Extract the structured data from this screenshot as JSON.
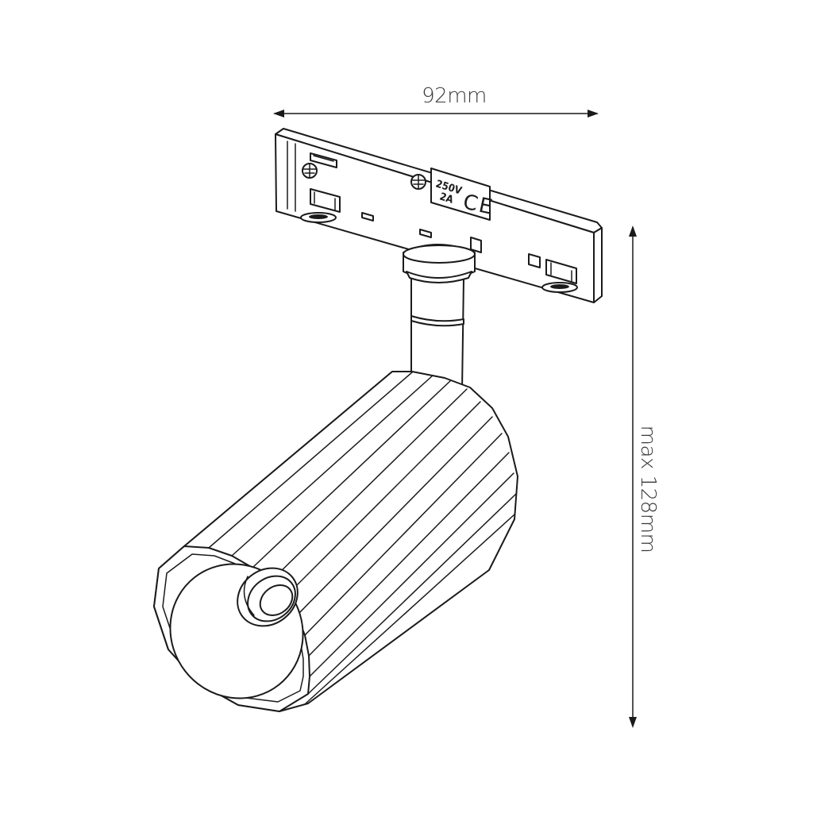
{
  "dimensions": {
    "width_label": "92mm",
    "height_label": "max 128mm"
  },
  "adapter_label": {
    "voltage": "250V",
    "current": "2A",
    "certification": "CE"
  },
  "icons": [
    "ground-symbol-icon",
    "ce-mark-icon"
  ]
}
